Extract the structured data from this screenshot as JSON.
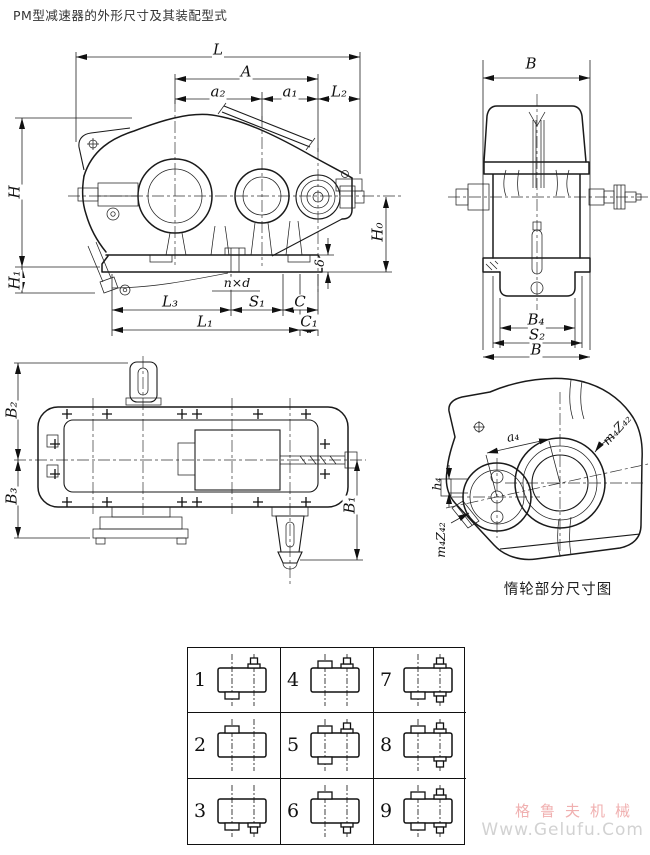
{
  "title": "PM型减速器的外形尺寸及其装配型式",
  "front_view": {
    "dim_labels": {
      "L": "L",
      "A": "A",
      "a2": "a₂",
      "a1": "a₁",
      "L2": "L₂",
      "H": "H",
      "H1": "H₁",
      "H0": "H₀",
      "delta": "δ",
      "n_x_d": "n×d",
      "L3": "L₃",
      "S1": "S₁",
      "C": "C",
      "L1": "L₁",
      "C1": "C₁"
    }
  },
  "end_view": {
    "dim_labels": {
      "B_top": "B",
      "B4": "B₄",
      "S2": "S₂",
      "B_bottom": "B"
    }
  },
  "plan_view": {
    "dim_labels": {
      "B2": "B₂",
      "B3": "B₃",
      "B1": "B₁"
    }
  },
  "idler_view": {
    "caption": "惰轮部分尺寸图",
    "dim_labels": {
      "a4": "a₄",
      "m4Z42_upper": "m₄Z₄₂",
      "h4": "h₄",
      "m4Z42_lower": "m₄Z₄₂"
    }
  },
  "assembly_grid": {
    "cells": [
      {
        "num": "1",
        "config": "input-bottom-left output-top-right"
      },
      {
        "num": "4",
        "config": "input-top-left output-top-right"
      },
      {
        "num": "7",
        "config": "output-top-right input-bottom-left output-bottom-right"
      },
      {
        "num": "2",
        "config": "input-top-left"
      },
      {
        "num": "5",
        "config": "input-top-left output-top-right input-bottom-left"
      },
      {
        "num": "8",
        "config": "input-top-left output-top-right output-bottom-right"
      },
      {
        "num": "3",
        "config": "input-bottom-left output-bottom-right"
      },
      {
        "num": "6",
        "config": "input-top-left output-bottom-right"
      },
      {
        "num": "9",
        "config": "input-top-left output-top-right input-bottom-left output-bottom-right"
      }
    ]
  },
  "watermark": {
    "brand": "格鲁夫机械",
    "site": "Www.Gelufu.Com"
  },
  "colors": {
    "line": "#1a1a1a",
    "watermark_pink": "#f0b0b0",
    "watermark_gray": "#d2d2d2"
  }
}
